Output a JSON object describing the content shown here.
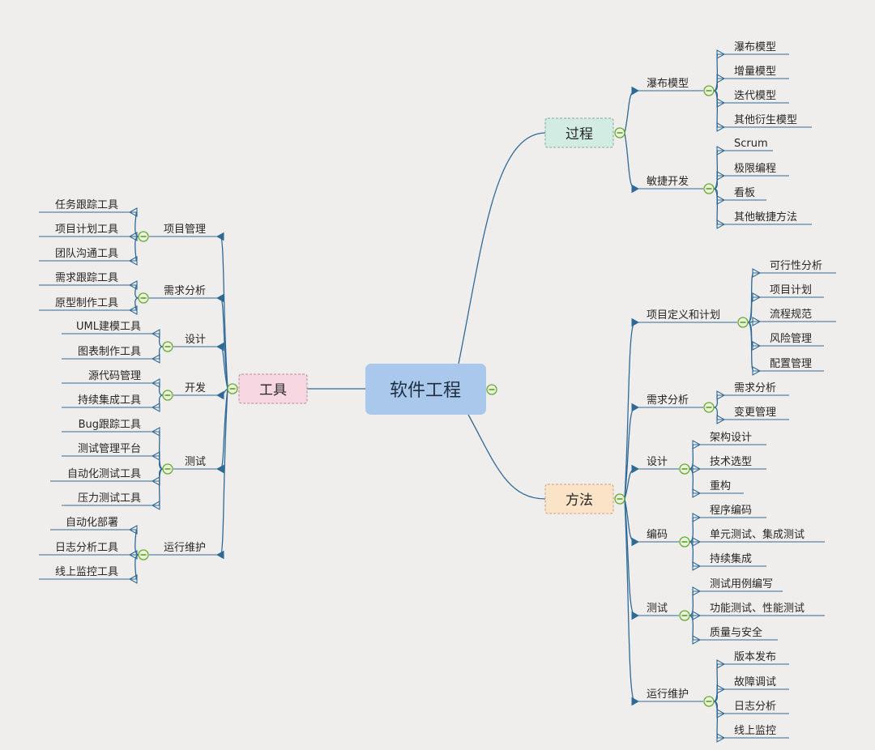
{
  "center": {
    "label": "软件工程"
  },
  "branches": [
    {
      "id": "process",
      "label": "过程",
      "side": "right",
      "fill": "#d3ece3",
      "children": [
        {
          "label": "瀑布模型",
          "children": [
            "瀑布模型",
            "增量模型",
            "迭代模型",
            "其他衍生模型"
          ]
        },
        {
          "label": "敏捷开发",
          "children": [
            "Scrum",
            "极限编程",
            "看板",
            "其他敏捷方法"
          ]
        }
      ]
    },
    {
      "id": "method",
      "label": "方法",
      "side": "right",
      "fill": "#fbe3c8",
      "children": [
        {
          "label": "项目定义和计划",
          "children": [
            "可行性分析",
            "项目计划",
            "流程规范",
            "风险管理",
            "配置管理"
          ]
        },
        {
          "label": "需求分析",
          "children": [
            "需求分析",
            "变更管理"
          ]
        },
        {
          "label": "设计",
          "children": [
            "架构设计",
            "技术选型",
            "重构"
          ]
        },
        {
          "label": "编码",
          "children": [
            "程序编码",
            "单元测试、集成测试",
            "持续集成"
          ]
        },
        {
          "label": "测试",
          "children": [
            "测试用例编写",
            "功能测试、性能测试",
            "质量与安全"
          ]
        },
        {
          "label": "运行维护",
          "children": [
            "版本发布",
            "故障调试",
            "日志分析",
            "线上监控"
          ]
        }
      ]
    },
    {
      "id": "tools",
      "label": "工具",
      "side": "left",
      "fill": "#f6d7e2",
      "children": [
        {
          "label": "项目管理",
          "children": [
            "任务跟踪工具",
            "项目计划工具",
            "团队沟通工具"
          ]
        },
        {
          "label": "需求分析",
          "children": [
            "需求跟踪工具",
            "原型制作工具"
          ]
        },
        {
          "label": "设计",
          "children": [
            "UML建模工具",
            "图表制作工具"
          ]
        },
        {
          "label": "开发",
          "children": [
            "源代码管理",
            "持续集成工具"
          ]
        },
        {
          "label": "测试",
          "children": [
            "Bug跟踪工具",
            "测试管理平台",
            "自动化测试工具",
            "压力测试工具"
          ]
        },
        {
          "label": "运行维护",
          "children": [
            "自动化部署",
            "日志分析工具",
            "线上监控工具"
          ]
        }
      ]
    }
  ],
  "colors": {
    "line": "#2f6a97",
    "background": "#efeeec",
    "center_fill": "#a9c8ec",
    "collapse_fill": "#e9f4d6",
    "collapse_stroke": "#6aa73a"
  },
  "icons": {
    "collapse": "minus-circle-icon",
    "open_arrow": "open-triangle-arrow",
    "filled_arrow": "filled-triangle-arrow"
  }
}
